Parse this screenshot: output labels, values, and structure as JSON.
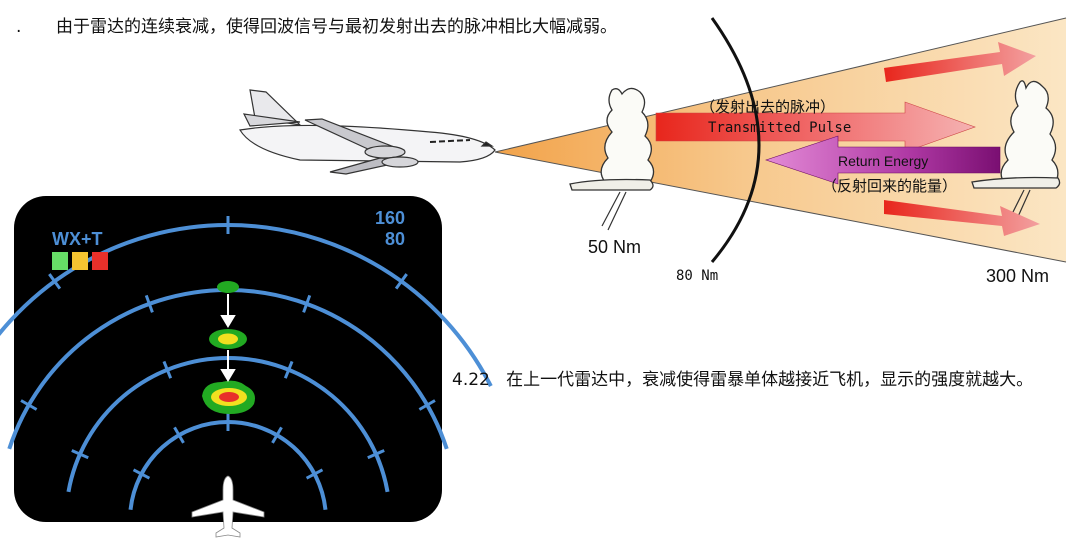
{
  "top_caption": "由于雷达的连续衰减，使得回波信号与最初发射出去的脉冲相比大幅减弱。",
  "top_caption_prefix": ".",
  "beam": {
    "transmitted_cn": "（发射出去的脉冲）",
    "transmitted_en": "Transmitted Pulse",
    "return_en": "Return Energy",
    "return_cn": "（反射回来的能量）",
    "range_labels": [
      "50 Nm",
      "80 Nm",
      "300 Nm"
    ]
  },
  "radar_display": {
    "mode_label": "WX+T",
    "range_top": "160",
    "range_bottom": "80",
    "legend_colors": [
      "#66dd66",
      "#f5c431",
      "#e8302a"
    ],
    "arc_color": "#4d8fd6"
  },
  "bottom_caption": {
    "number": "4.22",
    "text": "在上一代雷达中，衰减使得雷暴单体越接近飞机，显示的强度就越大。"
  }
}
